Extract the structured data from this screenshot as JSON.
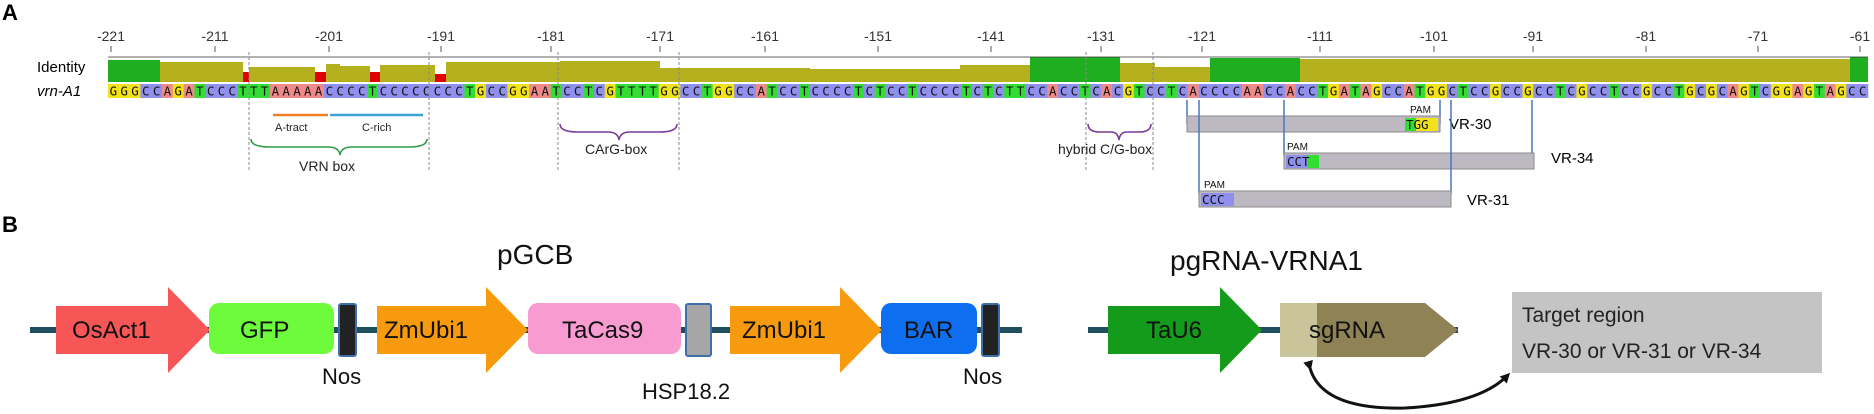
{
  "panel_a": {
    "letter": "A",
    "ticks": [
      "-221",
      "-211",
      "-201",
      "-191",
      "-181",
      "-171",
      "-161",
      "-151",
      "-141",
      "-131",
      "-121",
      "-111",
      "-101",
      "-91",
      "-81",
      "-71",
      "-61"
    ],
    "identity_label": "Identity",
    "seq_label": "vrn-A1",
    "sequence": "GGGCCAGATCCCTTTAAAAACCCCTCCCCCCCCTGCCGGAATCCTCGTTTTGGCCTGGCCATCCTCCCCTCTCCTCCCCTCTCTTCCACCTCACGTCCTCACCCCAACCACCTGATAGCCATGGCTCCGCCGCCTCGCCTCCGCCTGCGCAGTCGGAGTAGCC",
    "features": {
      "a_tract": "A-tract",
      "c_rich": "C-rich",
      "vrn_box": "VRN box",
      "carg_box": "CArG-box",
      "hybrid_box": "hybrid C/G-box"
    },
    "guides": [
      {
        "name": "VR-30",
        "pam_label": "PAM",
        "pam_seq": "TGG"
      },
      {
        "name": "VR-34",
        "pam_label": "PAM",
        "pam_seq": "CCT"
      },
      {
        "name": "VR-31",
        "pam_label": "PAM",
        "pam_seq": "CCC"
      }
    ],
    "colors": {
      "identity_full": "#1fae1f",
      "identity_partial": "#b5b01e",
      "mismatch": "#e00000",
      "base_A": "#f08a8a",
      "base_C": "#8f8fee",
      "base_G": "#f2e21a",
      "base_T": "#33dd33",
      "guide_bar": "#bdb9c2"
    }
  },
  "panel_b": {
    "letter": "B",
    "pgcb_title": "pGCB",
    "pgrna_title": "pgRNA-VRNA1",
    "elements": {
      "osact1": "OsAct1",
      "gfp": "GFP",
      "zmubi1_a": "ZmUbi1",
      "tacas9": "TaCas9",
      "zmubi1_b": "ZmUbi1",
      "bar": "BAR",
      "tau6": "TaU6",
      "sgrna": "sgRNA"
    },
    "under_labels": {
      "nos_1": "Nos",
      "hsp": "HSP18.2",
      "nos_2": "Nos"
    },
    "target": {
      "line1": "Target region",
      "line2": "VR-30 or VR-31 or VR-34"
    },
    "colors": {
      "backbone": "#1f4e5f",
      "osact1": "#f65656",
      "gfp": "#6dfb3c",
      "zmubi1": "#f89a0e",
      "tacas9": "#f79bd1",
      "bar": "#0d6ff0",
      "tau6": "#159b1b",
      "sgrna_light": "#c9c49a",
      "sgrna_dark": "#8f8355",
      "target_box": "#c4c4c4"
    }
  }
}
